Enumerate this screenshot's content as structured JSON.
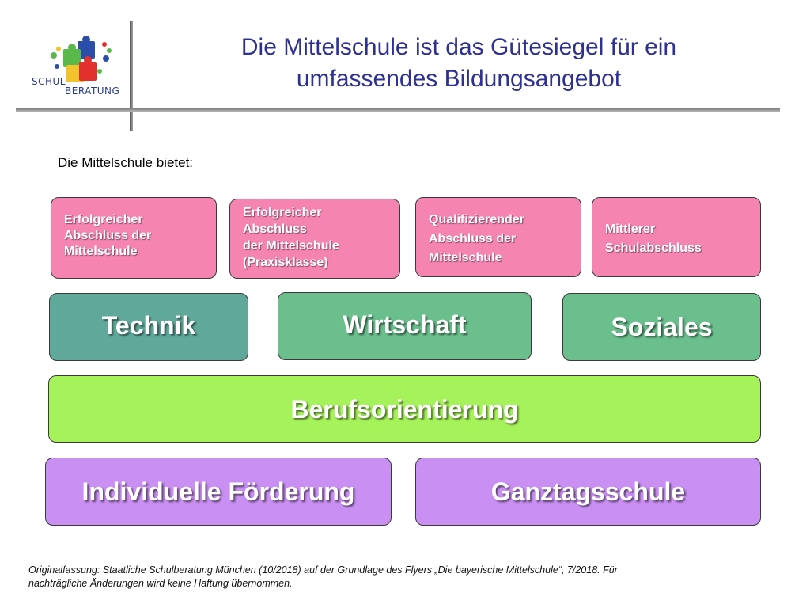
{
  "logo": {
    "line1": "SCHUL",
    "line2": "BERATUNG"
  },
  "title": {
    "line1": "Die Mittelschule ist das Gütesiegel für ein",
    "line2": "umfassendes Bildungsangebot"
  },
  "intro": "Die Mittelschule bietet:",
  "degrees": [
    {
      "lines": [
        "Erfolgreicher",
        "Abschluss der",
        "Mittelschule"
      ]
    },
    {
      "lines": [
        "Erfolgreicher",
        "Abschluss",
        "der Mittelschule",
        "(Praxisklasse)"
      ]
    },
    {
      "lines": [
        "Qualifizierender",
        "Abschluss der",
        "Mittelschule"
      ]
    },
    {
      "lines": [
        "Mittlerer",
        "Schulabschluss"
      ]
    }
  ],
  "branches": {
    "technik": "Technik",
    "wirtschaft": "Wirtschaft",
    "soziales": "Soziales"
  },
  "orientation": "Berufsorientierung",
  "bottom": {
    "left": "Individuelle Förderung",
    "right": "Ganztagsschule"
  },
  "footer": {
    "line1": "Originalfassung: Staatliche Schulberatung München (10/2018) auf der Grundlage des Flyers „Die bayerische Mittelschule“, 7/2018. Für",
    "line2": "nachträgliche Änderungen wird keine Haftung übernommen."
  },
  "colors": {
    "title": "#2e3192",
    "degree_box": "#f585b0",
    "technik_box": "#5fa89a",
    "wirtschaft_box": "#6abf8d",
    "soziales_box": "#6abf8d",
    "orientation_box": "#a6f25a",
    "bottom_box": "#c98ff2"
  }
}
